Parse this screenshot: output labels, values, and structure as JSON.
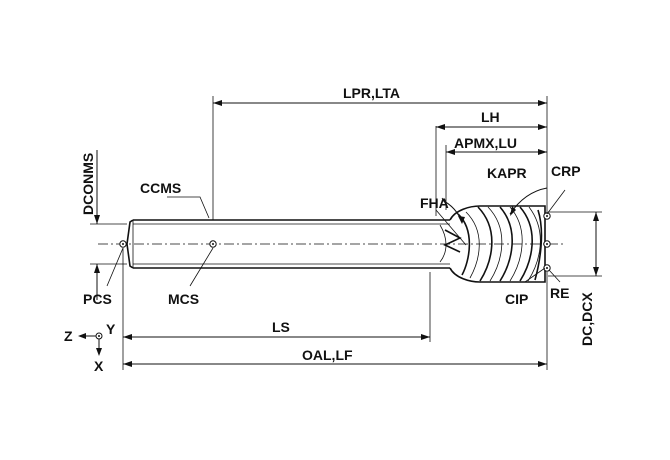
{
  "labels": {
    "lpr_lta": "LPR,LTA",
    "lh": "LH",
    "apmx_lu": "APMX,LU",
    "kapr": "KAPR",
    "crp": "CRP",
    "fha": "FHA",
    "ccms": "CCMS",
    "dconms": "DCONMS",
    "pcs": "PCS",
    "mcs": "MCS",
    "cip": "CIP",
    "re": "RE",
    "dc_dcx": "DC,DCX",
    "ls": "LS",
    "oal_lf": "OAL,LF",
    "axis_z": "Z",
    "axis_y": "Y",
    "axis_x": "X"
  },
  "colors": {
    "ink": "#111111",
    "background": "#ffffff"
  }
}
